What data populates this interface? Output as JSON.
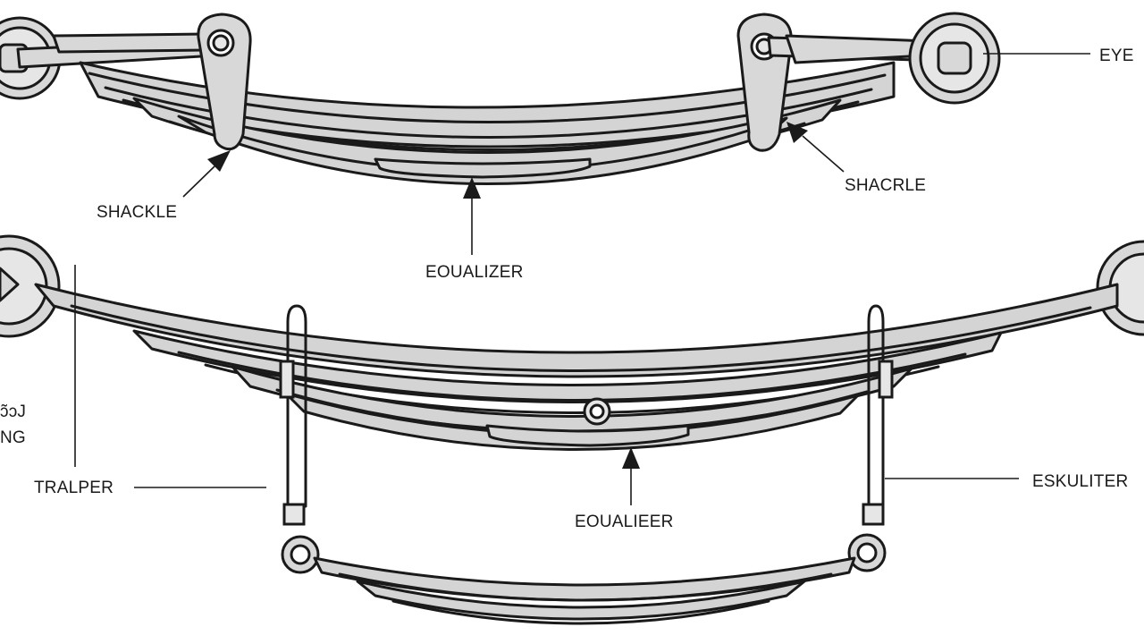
{
  "labels": {
    "eye": "EYE",
    "shackle_left": "SHACKLE",
    "shackle_right": "SHACRLE",
    "equalizer_top": "EOUALIZER",
    "trailer": "TRALPER",
    "equalizer_bottom": "EOUALIEER",
    "esculiter": "ESKULITER",
    "fragment_1": "ɔ̃ɔJ",
    "fragment_2": "NG"
  }
}
